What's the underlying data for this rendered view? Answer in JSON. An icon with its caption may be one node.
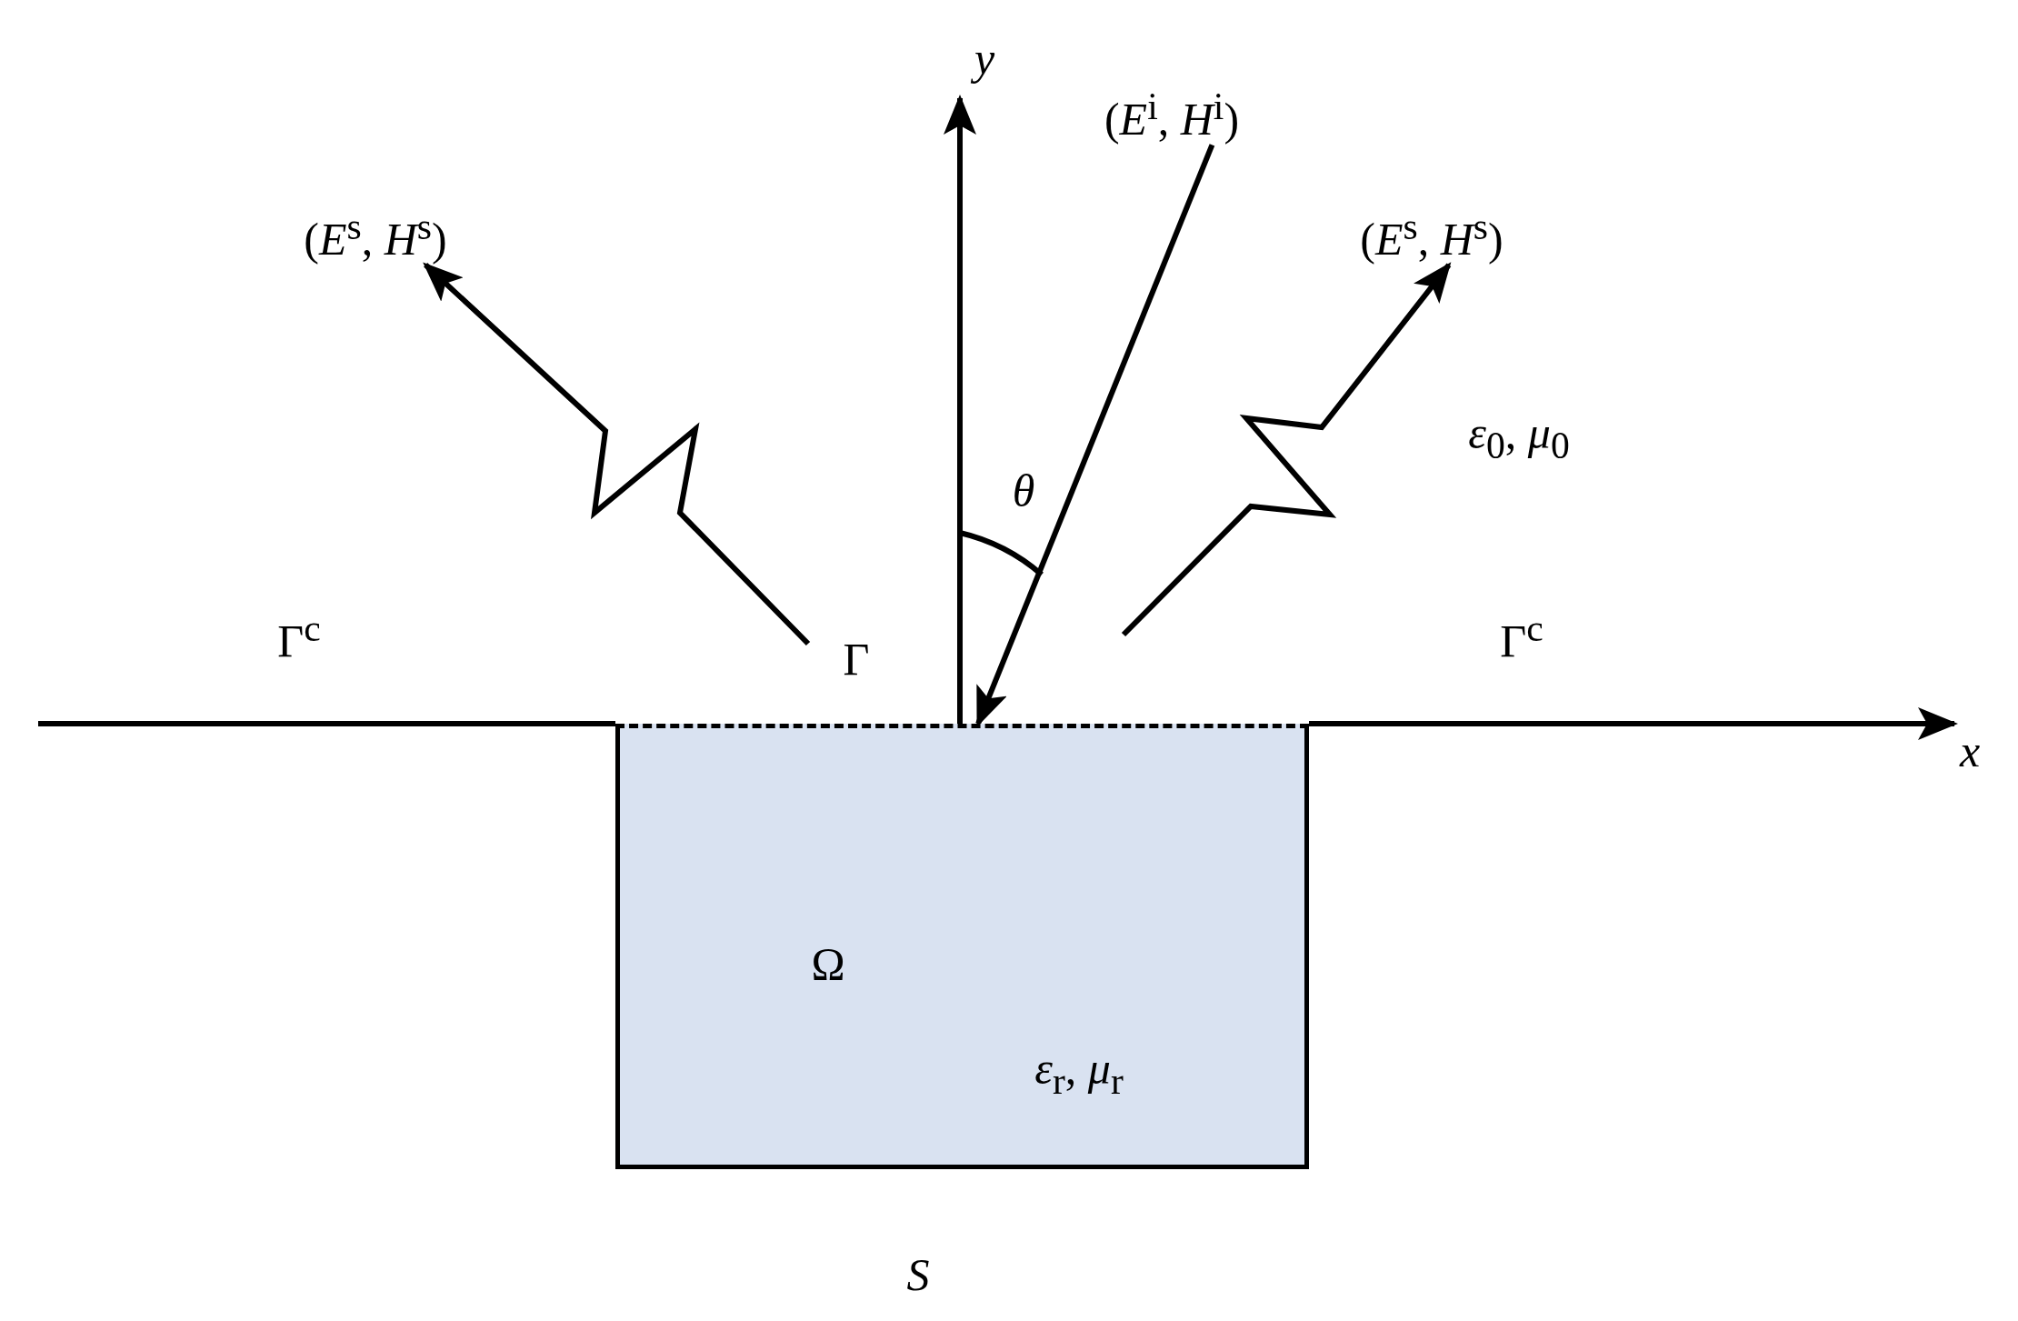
{
  "diagram": {
    "nodes": [
      {
        "text": [
          "Ω",
          "*ε*$_{r}$, *μ*$_{r}$"
        ]
      },
      {
        "text": [
          "(*E*$^{i}$, *H*$^{i}$)"
        ]
      },
      {
        "text": [
          "(*E*$^{s}$, *H*$^{s}$)"
        ]
      },
      {
        "text": [
          "(*E*$^{s}$, *H*$^{s}$)"
        ]
      }
    ],
    "edges": [
      {
        "from": 1,
        "to": 0,
        "arrow": "to"
      },
      {
        "from": null,
        "to": 2,
        "arrow": "to"
      },
      {
        "from": null,
        "to": 3,
        "arrow": "to"
      }
    ],
    "labels": [
      "y",
      "*ε*$_{0}$, *μ*$_{0}$",
      "θ",
      "Γ$^{c}$",
      "Γ",
      "Γ$^{c}$",
      "x",
      "S"
    ]
  }
}
